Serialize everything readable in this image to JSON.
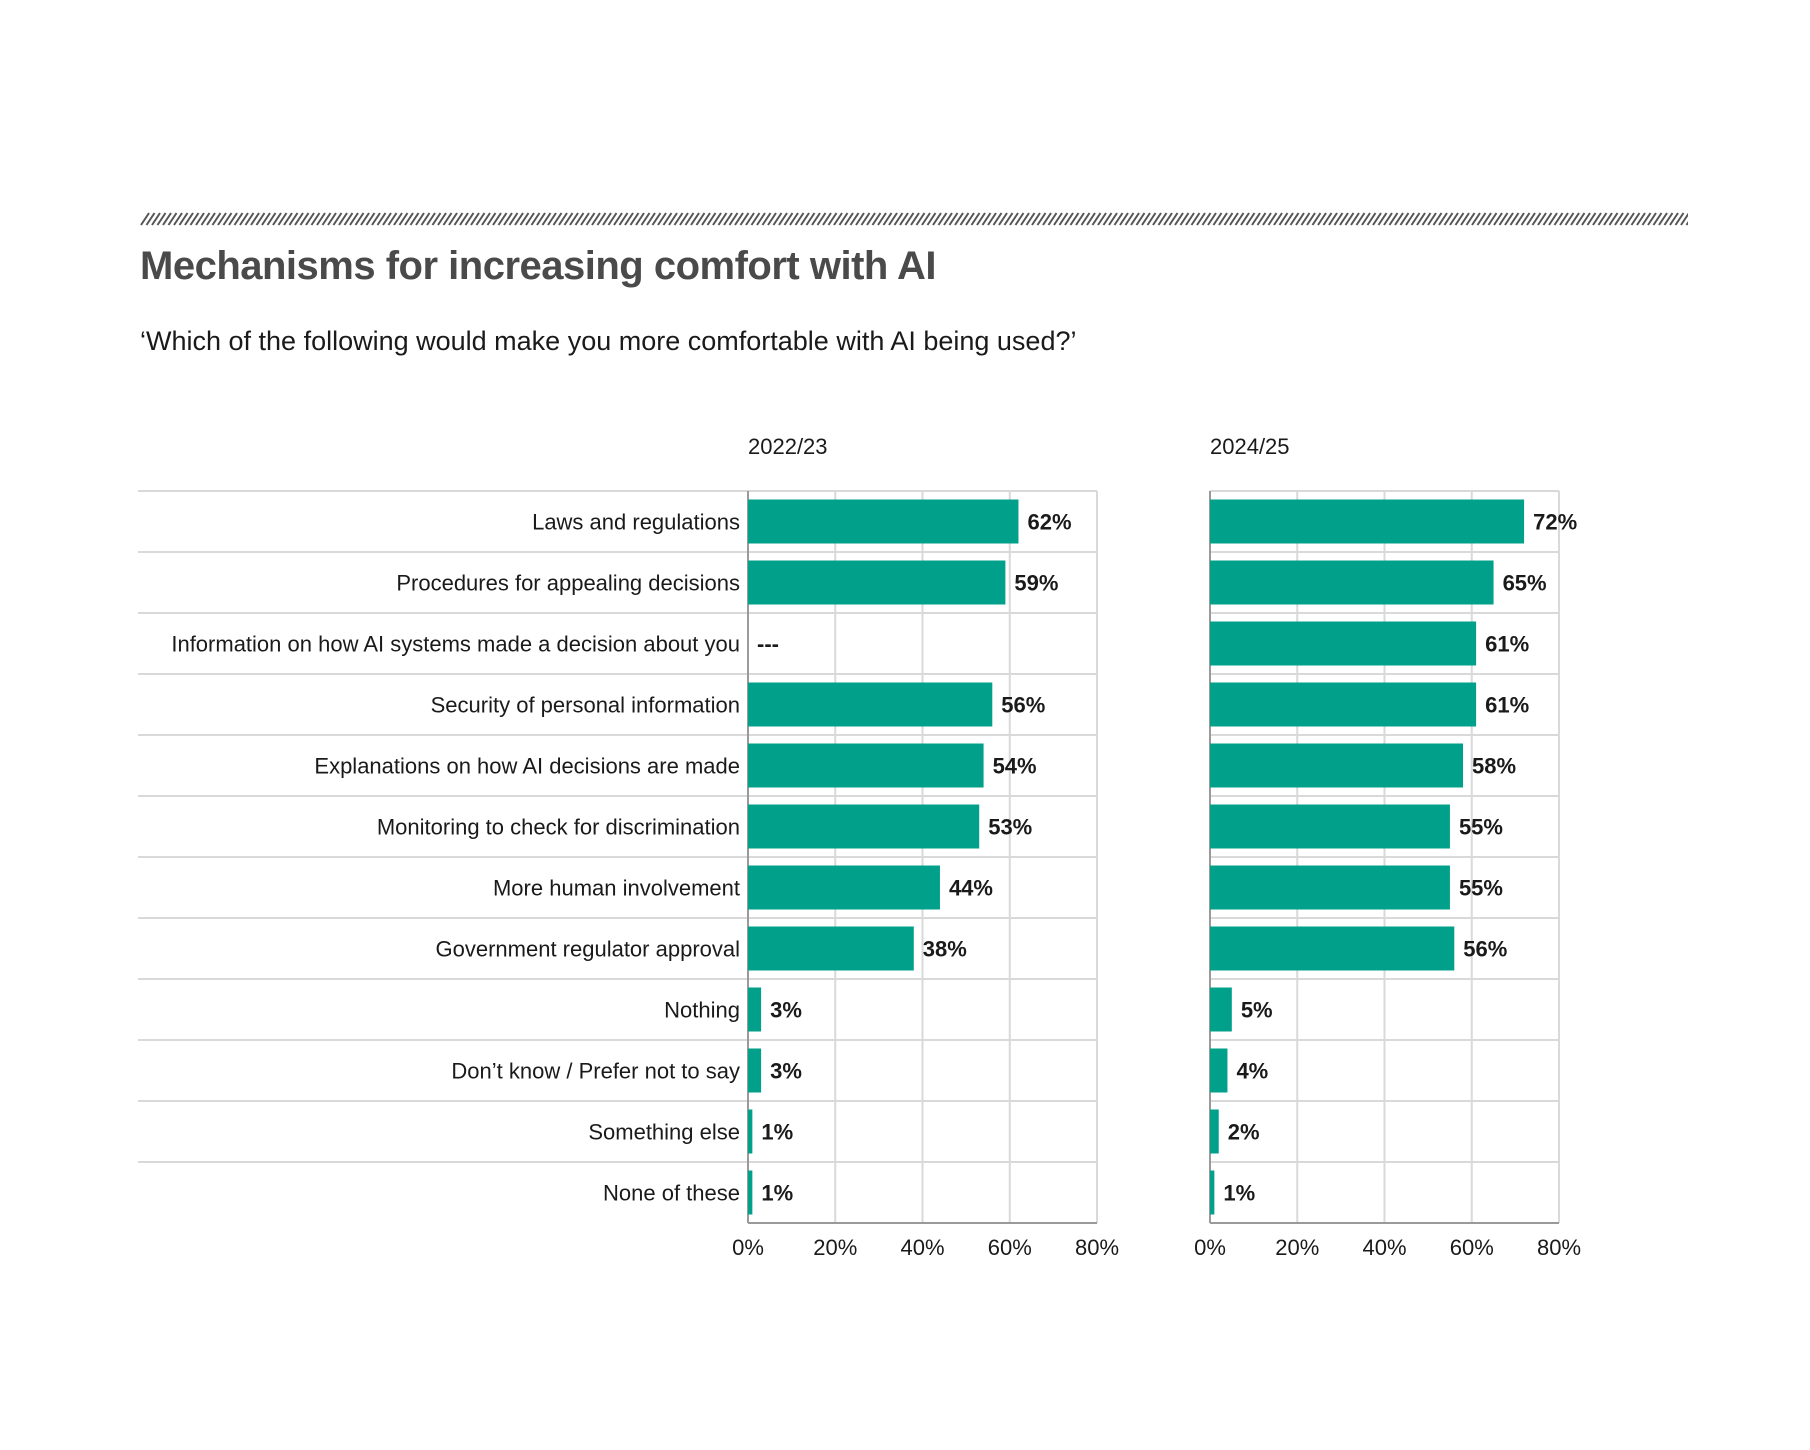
{
  "title": "Mechanisms for increasing comfort with AI",
  "subtitle": "‘Which of the following would make you more comfortable with AI being used?’",
  "colors": {
    "bar": "#00A08A",
    "grid": "#d9d9d9",
    "hatch": "#555555",
    "title": "#4a4a4a"
  },
  "chart_data": {
    "type": "bar",
    "orientation": "horizontal",
    "categories": [
      "Laws and regulations",
      "Procedures for appealing decisions",
      "Information on how AI systems made a decision about you",
      "Security of personal information",
      "Explanations on how AI decisions are made",
      "Monitoring to check for discrimination",
      "More human involvement",
      "Government regulator approval",
      "Nothing",
      "Don’t know / Prefer not to say",
      "Something else",
      "None of these"
    ],
    "panels": [
      {
        "name": "2022/23",
        "values": [
          62,
          59,
          null,
          56,
          54,
          53,
          44,
          38,
          3,
          3,
          1,
          1
        ],
        "labels": [
          "62%",
          "59%",
          "---",
          "56%",
          "54%",
          "53%",
          "44%",
          "38%",
          "3%",
          "3%",
          "1%",
          "1%"
        ]
      },
      {
        "name": "2024/25",
        "values": [
          72,
          65,
          61,
          61,
          58,
          55,
          55,
          56,
          5,
          4,
          2,
          1
        ],
        "labels": [
          "72%",
          "65%",
          "61%",
          "61%",
          "58%",
          "55%",
          "55%",
          "56%",
          "5%",
          "4%",
          "2%",
          "1%"
        ]
      }
    ],
    "xlim": [
      0,
      80
    ],
    "xticks": [
      0,
      20,
      40,
      60,
      80
    ],
    "xtick_labels": [
      "0%",
      "20%",
      "40%",
      "60%",
      "80%"
    ],
    "grid": true
  }
}
